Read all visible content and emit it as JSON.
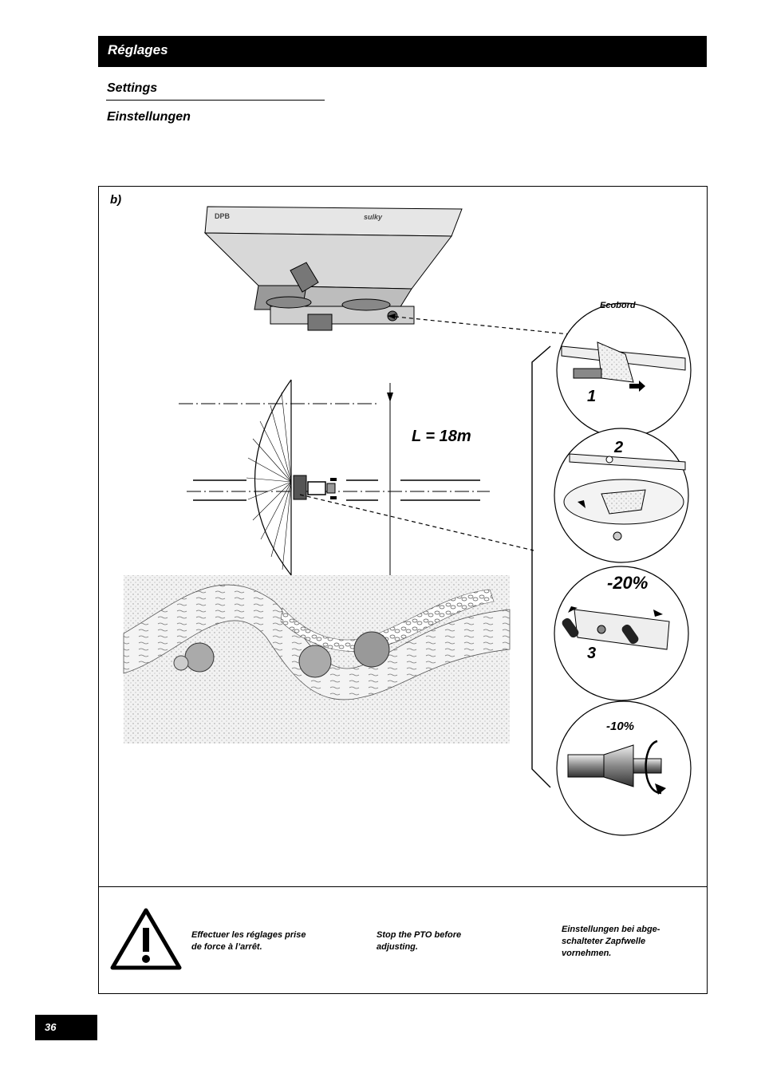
{
  "header": {
    "title": "Réglages"
  },
  "subtitles": {
    "en": "Settings",
    "de": "Einstellungen"
  },
  "figure": {
    "label": "b)",
    "hopper_brand_left": "DPB",
    "hopper_brand_right": "sulky",
    "width_label": "L = 18m",
    "ecobord_label": "Ecobord",
    "step1": "1",
    "step2": "2",
    "step3": "3",
    "percent_minus20": "-20%",
    "percent_minus10": "-10%"
  },
  "warning": {
    "icon": "warning-triangle-icon",
    "fr": "Effectuer les réglages prise\nde force à l’arrêt.",
    "en": "Stop the PTO before\nadjusting.",
    "de": "Einstellungen bei abge-\nschalteter Zapfwelle\nvornehmen."
  },
  "page": {
    "number": "36"
  }
}
